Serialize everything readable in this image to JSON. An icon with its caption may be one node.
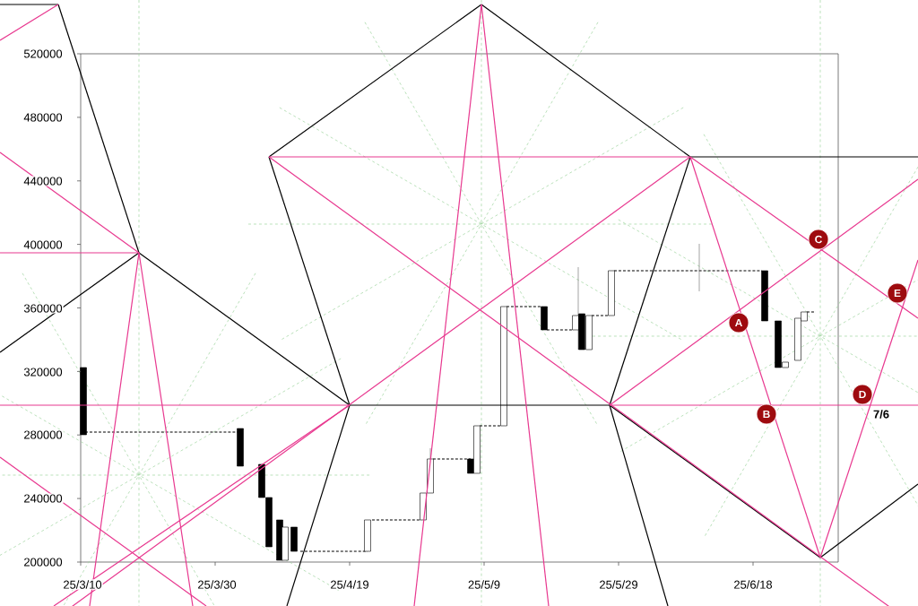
{
  "diagram": {
    "nodes": [
      {
        "text": [
          "A"
        ]
      },
      {
        "text": [
          "B"
        ]
      },
      {
        "text": [
          "C"
        ]
      },
      {
        "text": [
          "D"
        ]
      },
      {
        "text": [
          "E"
        ]
      }
    ],
    "labels": [
      "520000",
      "480000",
      "440000",
      "400000",
      "360000",
      "320000",
      "7/6",
      "280000",
      "240000",
      "200000",
      "25/3/10",
      "25/3/30",
      "25/4/19",
      "25/5/9",
      "25/5/29",
      "25/6/18"
    ]
  }
}
